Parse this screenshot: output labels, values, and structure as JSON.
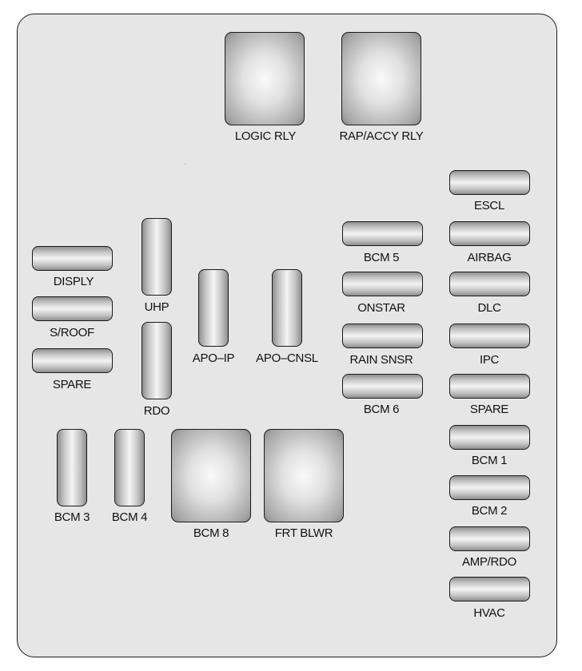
{
  "relays": {
    "logic_rly": "LOGIC RLY",
    "rap_accy_rly": "RAP/ACCY RLY",
    "bcm8": "BCM 8",
    "frt_blwr": "FRT BLWR"
  },
  "fuses": {
    "disply": "DISPLY",
    "s_roof": "S/ROOF",
    "spare_left": "SPARE",
    "uhp": "UHP",
    "rdo": "RDO",
    "apo_ip": "APO–IP",
    "apo_cnsl": "APO–CNSL",
    "bcm3": "BCM 3",
    "bcm4": "BCM 4",
    "bcm5": "BCM 5",
    "onstar": "ONSTAR",
    "rain_snsr": "RAIN SNSR",
    "bcm6": "BCM 6",
    "escl": "ESCL",
    "airbag": "AIRBAG",
    "dlc": "DLC",
    "ipc": "IPC",
    "spare_right": "SPARE",
    "bcm1": "BCM 1",
    "bcm2": "BCM 2",
    "amp_rdo": "AMP/RDO",
    "hvac": "HVAC"
  }
}
